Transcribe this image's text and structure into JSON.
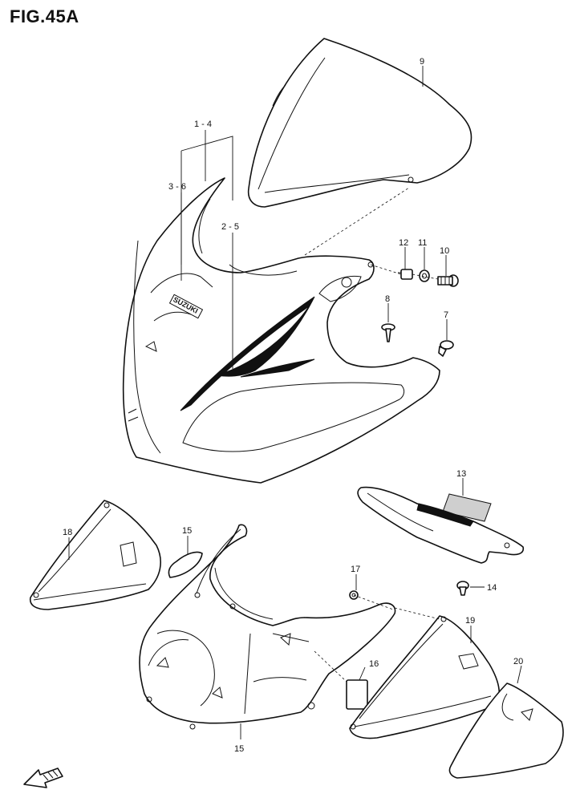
{
  "figure": {
    "title": "FIG.45A"
  },
  "callouts": {
    "c1_4": "1 - 4",
    "c3_6": "3 - 6",
    "c2_5": "2 - 5",
    "c9": "9",
    "c12": "12",
    "c11": "11",
    "c10": "10",
    "c8": "8",
    "c7": "7",
    "c13": "13",
    "c14": "14",
    "c18": "18",
    "c15a": "15",
    "c17": "17",
    "c16": "16",
    "c19": "19",
    "c20": "20",
    "c15b": "15"
  },
  "logo": {
    "text": "SUZUKI"
  },
  "icons": {
    "front_arrow": "front-arrow-icon"
  }
}
